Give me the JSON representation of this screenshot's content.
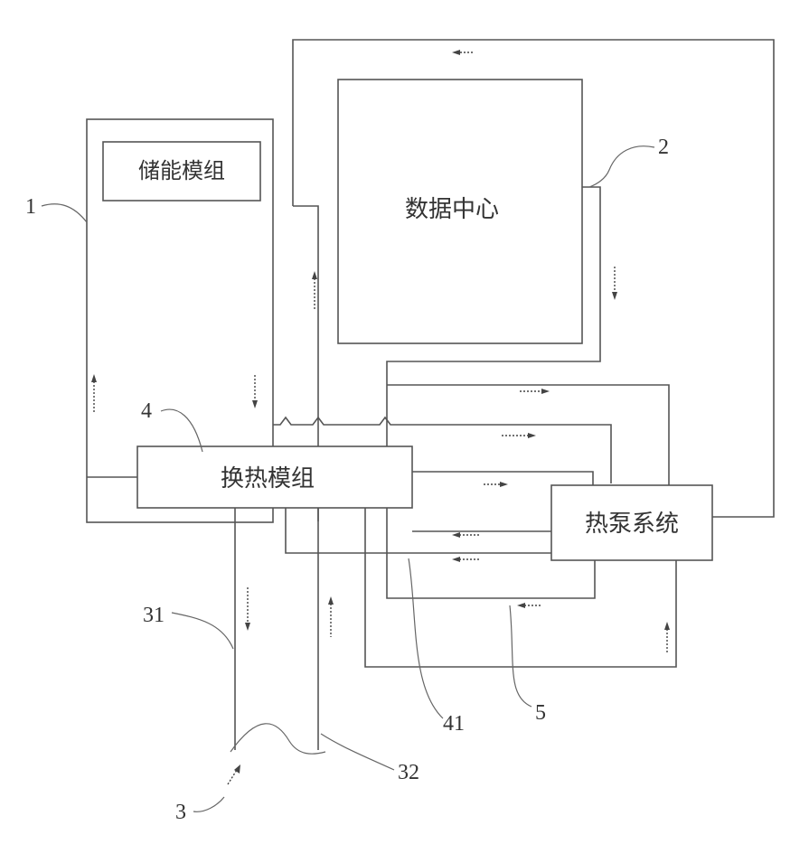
{
  "modules": {
    "energy_storage": "储能模组",
    "data_center": "数据中心",
    "heat_exchange": "换热模组",
    "heat_pump": "热泵系统"
  },
  "reference_numerals": {
    "r1": "1",
    "r2": "2",
    "r3": "3",
    "r4": "4",
    "r5": "5",
    "r31": "31",
    "r32": "32",
    "r41": "41"
  }
}
